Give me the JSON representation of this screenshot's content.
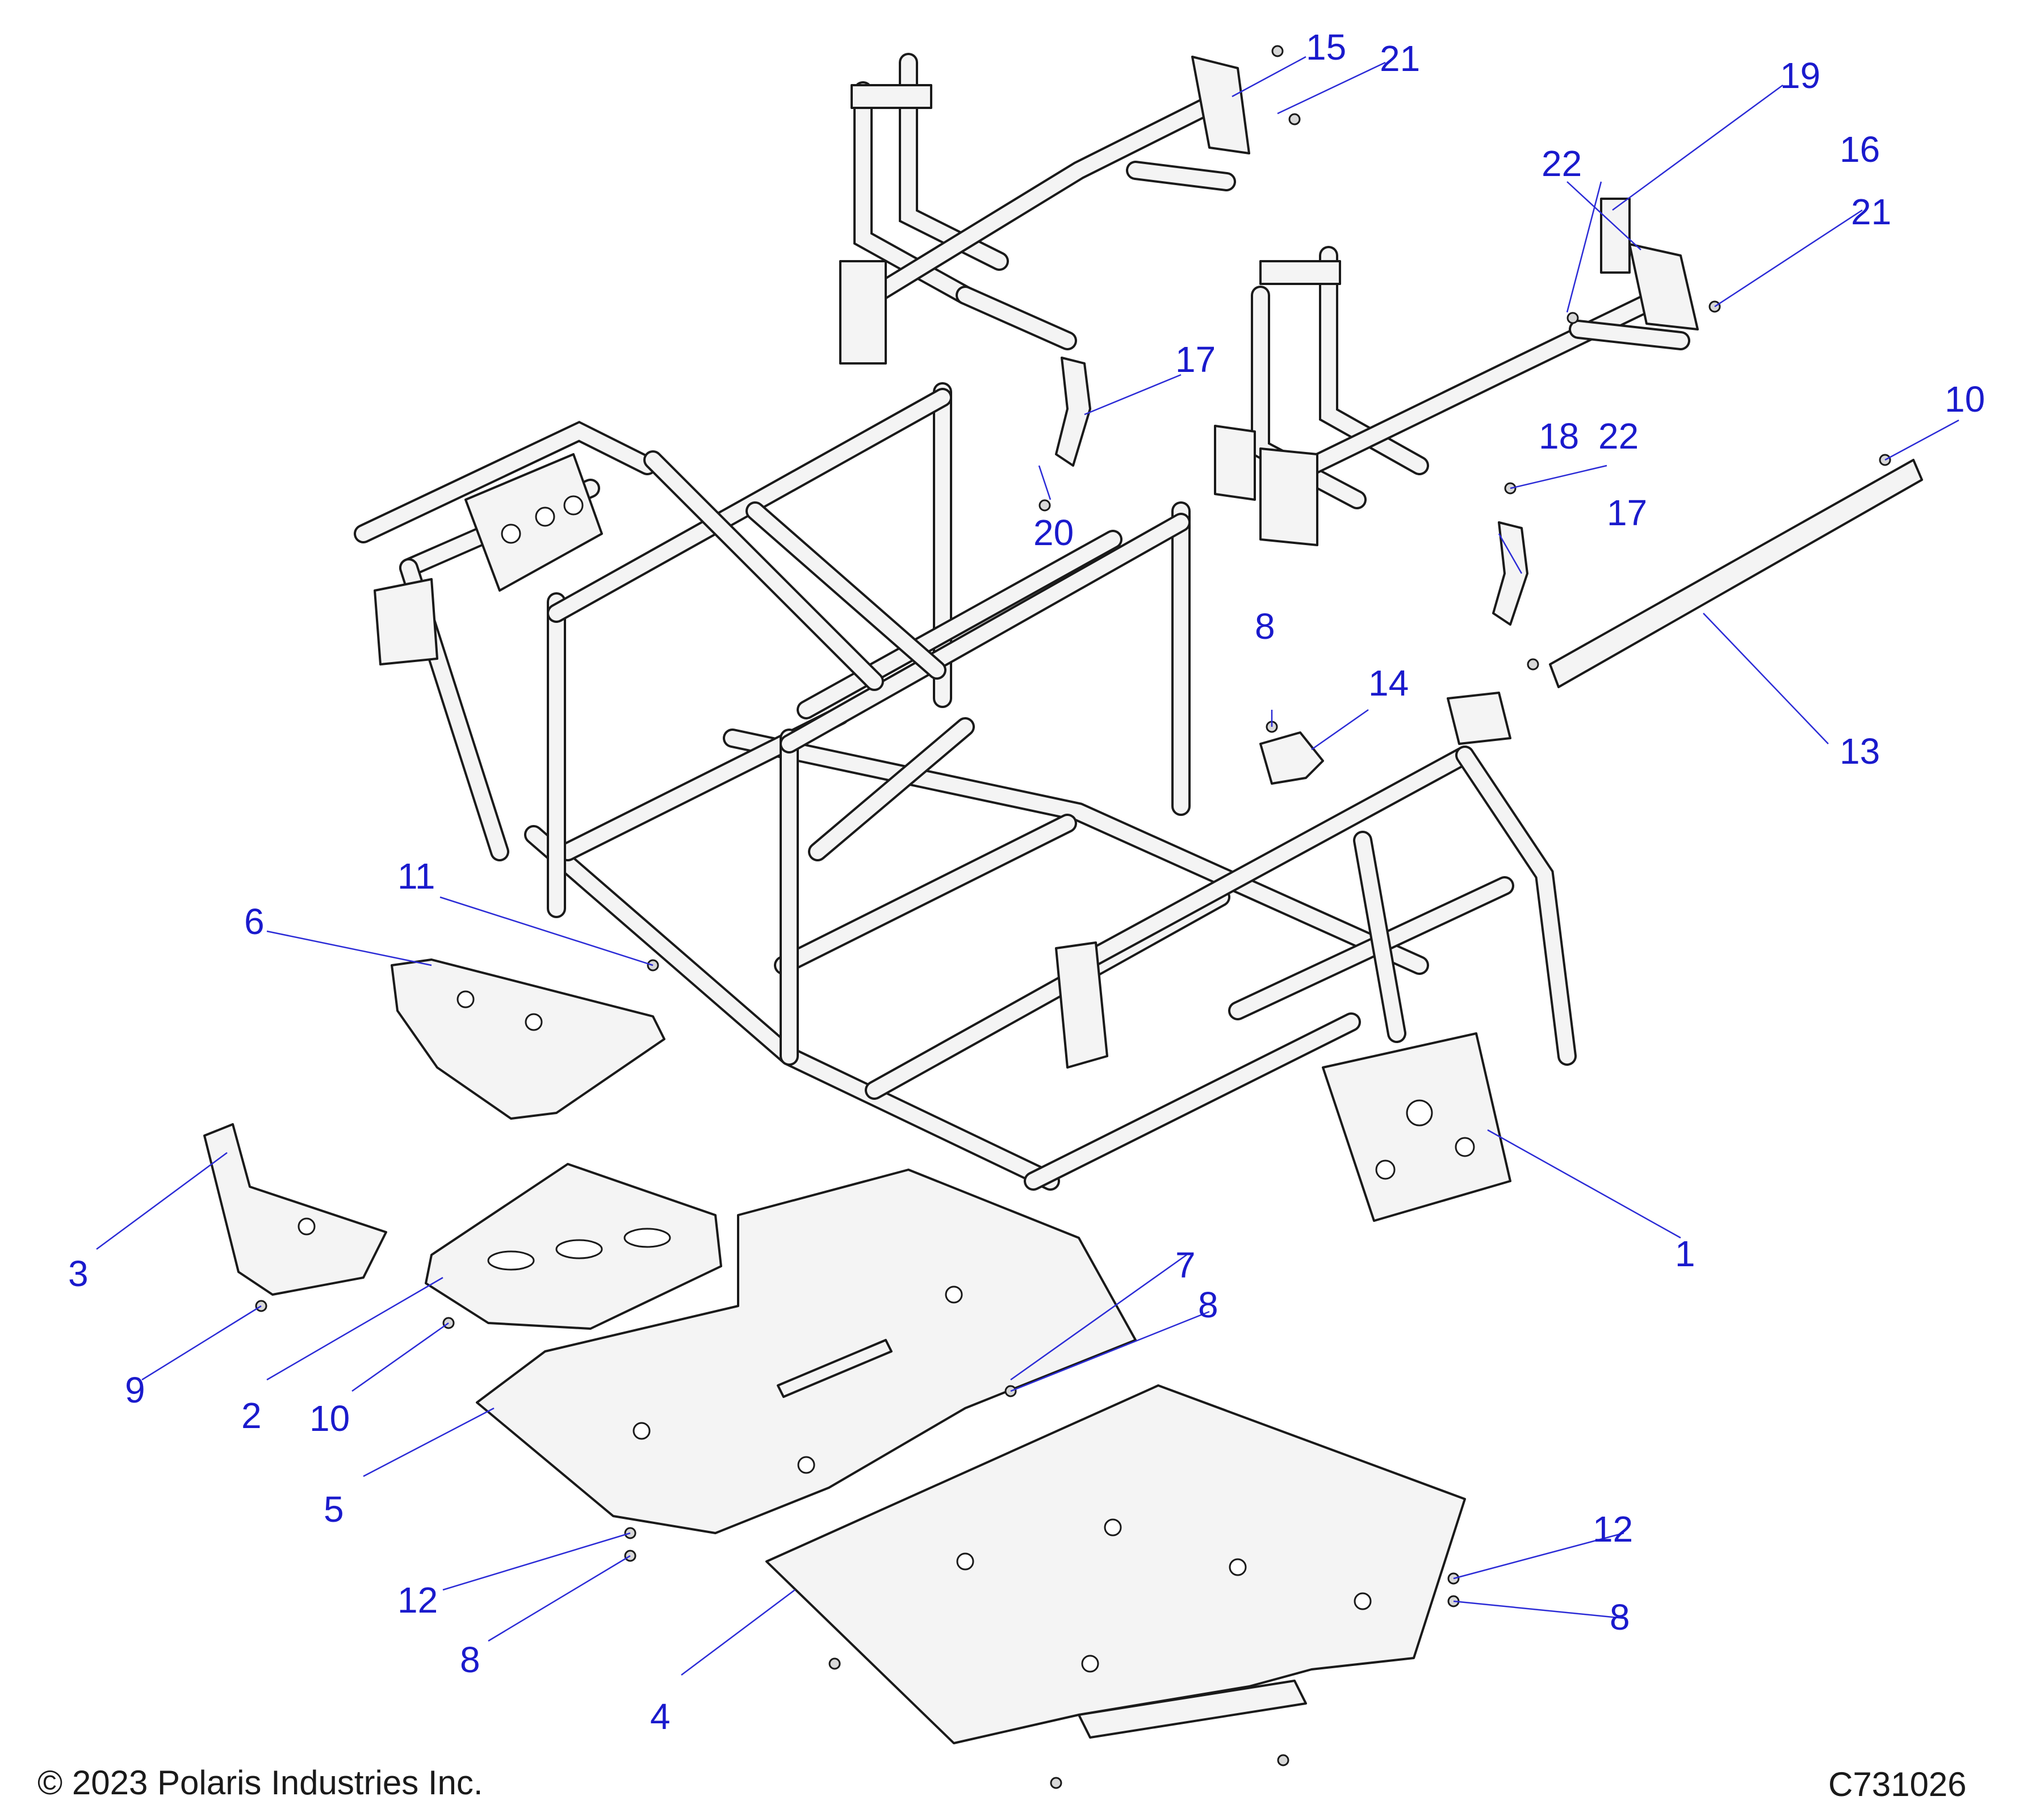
{
  "diagram": {
    "callouts": [
      {
        "id": "c1",
        "label": "1"
      },
      {
        "id": "c2",
        "label": "2"
      },
      {
        "id": "c3",
        "label": "3"
      },
      {
        "id": "c4",
        "label": "4"
      },
      {
        "id": "c5",
        "label": "5"
      },
      {
        "id": "c6",
        "label": "6"
      },
      {
        "id": "c7",
        "label": "7"
      },
      {
        "id": "c8a",
        "label": "8"
      },
      {
        "id": "c8b",
        "label": "8"
      },
      {
        "id": "c8c",
        "label": "8"
      },
      {
        "id": "c8d",
        "label": "8"
      },
      {
        "id": "c9",
        "label": "9"
      },
      {
        "id": "c10a",
        "label": "10"
      },
      {
        "id": "c10b",
        "label": "10"
      },
      {
        "id": "c11",
        "label": "11"
      },
      {
        "id": "c12a",
        "label": "12"
      },
      {
        "id": "c12b",
        "label": "12"
      },
      {
        "id": "c13",
        "label": "13"
      },
      {
        "id": "c14",
        "label": "14"
      },
      {
        "id": "c15",
        "label": "15"
      },
      {
        "id": "c16",
        "label": "16"
      },
      {
        "id": "c17a",
        "label": "17"
      },
      {
        "id": "c17b",
        "label": "17"
      },
      {
        "id": "c18",
        "label": "18"
      },
      {
        "id": "c19",
        "label": "19"
      },
      {
        "id": "c20",
        "label": "20"
      },
      {
        "id": "c21a",
        "label": "21"
      },
      {
        "id": "c21b",
        "label": "21"
      },
      {
        "id": "c22a",
        "label": "22"
      },
      {
        "id": "c22b",
        "label": "22"
      }
    ],
    "colors": {
      "callout": "#1a1acc",
      "leader": "#2b2bd6",
      "line": "#1a1a1a",
      "part_fill": "#f4f4f4"
    }
  },
  "footer": {
    "copyright": "© 2023 Polaris Industries Inc.",
    "figure_id": "C731026"
  }
}
